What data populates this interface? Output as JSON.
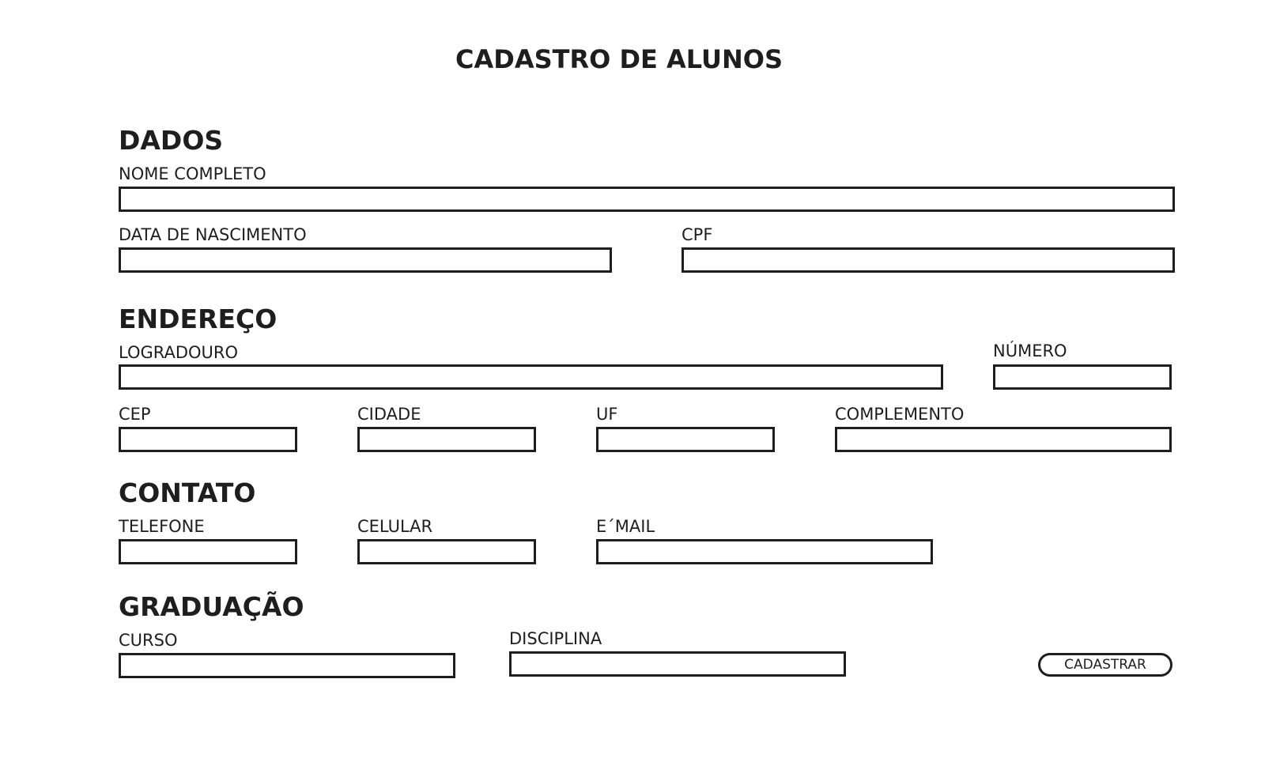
{
  "page": {
    "title": "CADASTRO DE ALUNOS"
  },
  "dados": {
    "heading": "DADOS",
    "nome_label": "NOME COMPLETO",
    "nome_value": "",
    "nascimento_label": "DATA DE NASCIMENTO",
    "nascimento_value": "",
    "cpf_label": "CPF",
    "cpf_value": ""
  },
  "endereco": {
    "heading": "ENDEREÇO",
    "logradouro_label": "LOGRADOURO",
    "logradouro_value": "",
    "numero_label": "NÚMERO",
    "numero_value": "",
    "cep_label": "CEP",
    "cep_value": "",
    "cidade_label": "CIDADE",
    "cidade_value": "",
    "uf_label": "UF",
    "uf_value": "",
    "complemento_label": "COMPLEMENTO",
    "complemento_value": ""
  },
  "contato": {
    "heading": "CONTATO",
    "telefone_label": "TELEFONE",
    "telefone_value": "",
    "celular_label": "CELULAR",
    "celular_value": "",
    "email_label": "E´MAIL",
    "email_value": ""
  },
  "graduacao": {
    "heading": "GRADUAÇÃO",
    "curso_label": "CURSO",
    "curso_value": "",
    "disciplina_label": "DISCIPLINA",
    "disciplina_value": ""
  },
  "actions": {
    "submit_label": "CADASTRAR"
  },
  "colors": {
    "border": "#1e1e1e",
    "background": "#ffffff",
    "text": "#1e1e1e"
  }
}
